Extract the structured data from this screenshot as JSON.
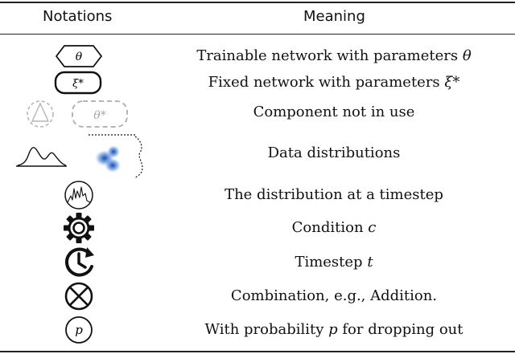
{
  "header": {
    "notations": "Notations",
    "meaning": "Meaning"
  },
  "symbols": {
    "trainable": "θ",
    "fixed": "ξ*",
    "disabled": "θ*",
    "probability": "p"
  },
  "rows": [
    {
      "icon": "trainable-network-icon",
      "text": "Trainable network with parameters ",
      "symbol": "θ"
    },
    {
      "icon": "fixed-network-icon",
      "text": "Fixed network with parameters ",
      "symbol": "ξ*"
    },
    {
      "icon": "component-not-in-use-icon",
      "text": "Component not in use",
      "symbol": ""
    },
    {
      "icon": "data-distribution-icon",
      "text": "Data distributions",
      "symbol": ""
    },
    {
      "icon": "distribution-timestep-icon",
      "text": "The distribution at a timestep",
      "symbol": ""
    },
    {
      "icon": "gear-icon",
      "text": "Condition ",
      "symbol": "c"
    },
    {
      "icon": "clock-icon",
      "text": "Timestep ",
      "symbol": "t"
    },
    {
      "icon": "combination-icon",
      "text": "Combination, e.g., Addition.",
      "symbol": ""
    },
    {
      "icon": "probability-circle-icon",
      "text": "With probability ",
      "symbol": "p",
      "suffix": " for dropping out"
    }
  ],
  "colors": {
    "disabled": "#b5b5b5",
    "distribution_blue": "#1f5fbf"
  }
}
